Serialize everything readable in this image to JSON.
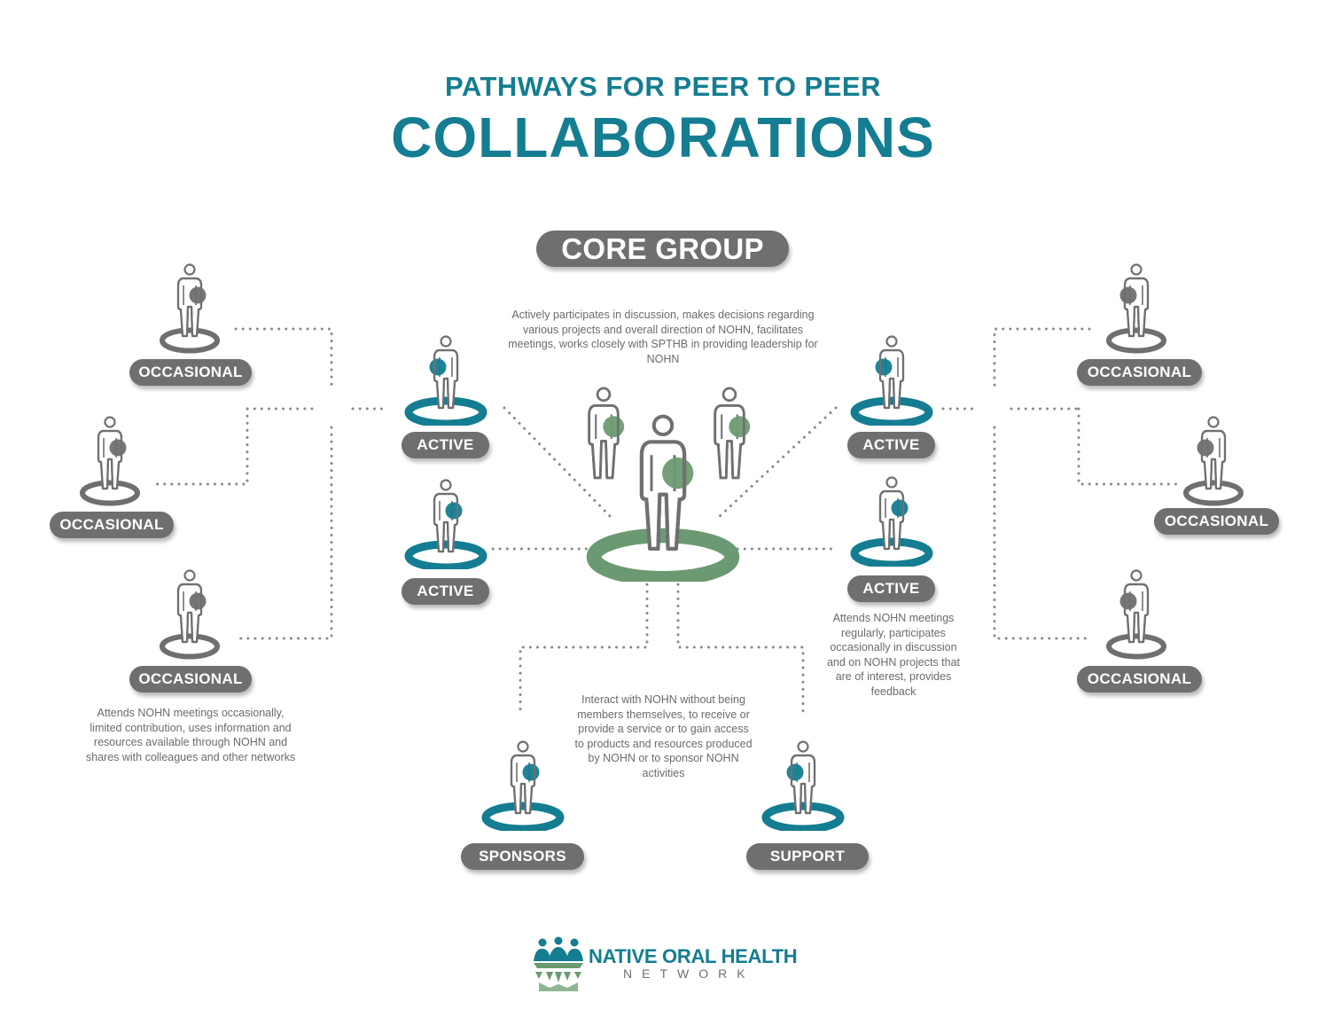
{
  "title": {
    "line1": "PATHWAYS FOR PEER TO PEER",
    "line2": "COLLABORATIONS"
  },
  "core_group": {
    "label": "CORE GROUP",
    "description": "Actively participates in discussion, makes decisions regarding various projects and overall direction of NOHN, facilitates meetings, works closely with SPTHB in providing leadership for NOHN"
  },
  "active": {
    "label": "ACTIVE",
    "description": "Attends NOHN meetings regularly, participates occasionally in discussion and on NOHN projects that are of interest, provides feedback"
  },
  "occasional": {
    "label": "OCCASIONAL",
    "description": "Attends NOHN meetings occasionally, limited contribution, uses information and resources available through NOHN and shares with colleagues and other networks"
  },
  "sponsors": {
    "label": "SPONSORS"
  },
  "support": {
    "label": "SUPPORT",
    "description": "Interact with NOHN without being members themselves, to receive or provide a service or to gain access to products and resources produced by NOHN or to sponsor NOHN activities"
  },
  "logo": {
    "name": "NATIVE ORAL HEALTH",
    "subtitle": "NETWORK"
  },
  "colors": {
    "teal": "#147d91",
    "green": "#6b9a72",
    "gray": "#6f6e71",
    "figure_outline": "#707073",
    "connector": "#8a8a8d"
  }
}
